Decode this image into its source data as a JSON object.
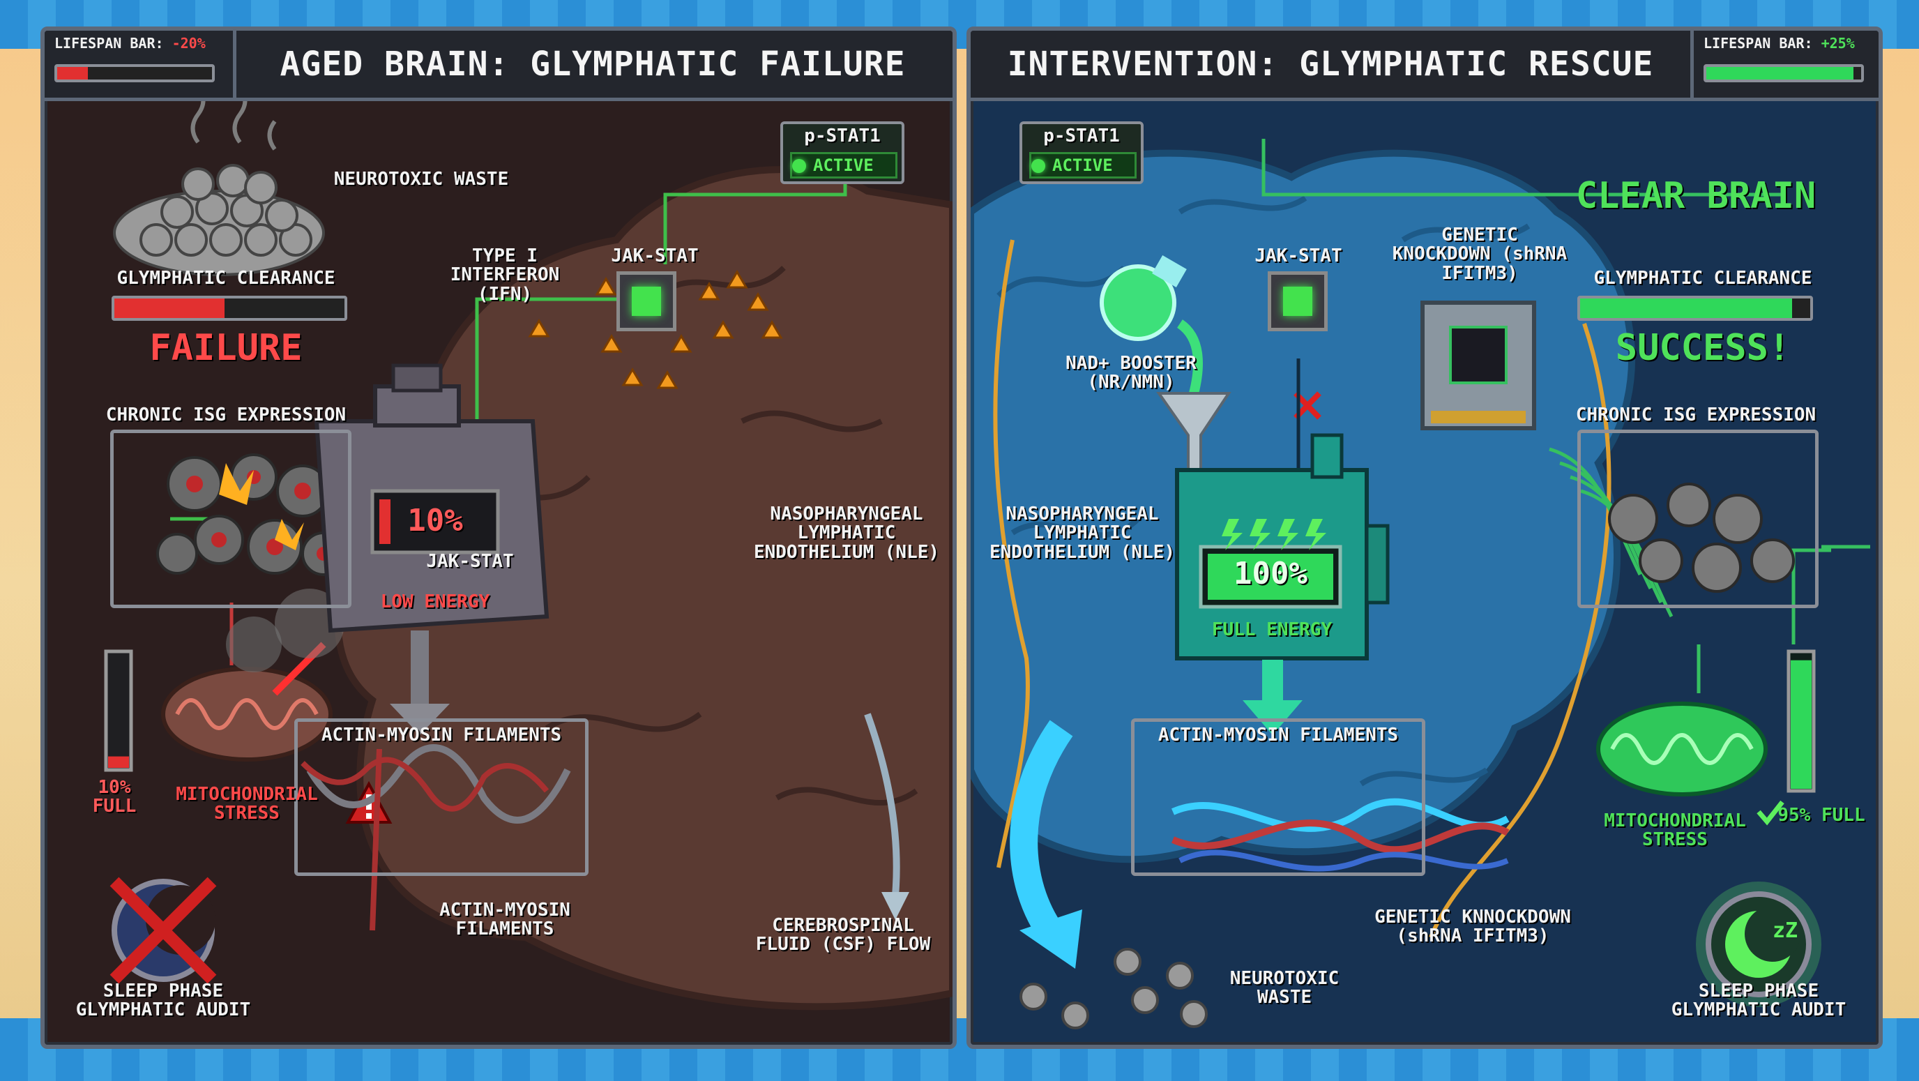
{
  "left": {
    "lifespan_label": "LIFESPAN BAR:",
    "lifespan_value": "-20%",
    "lifespan_fraction": 0.2,
    "title": "AGED BRAIN: GLYMPHATIC FAILURE",
    "pstat_label": "p-STAT1",
    "pstat_status": "ACTIVE",
    "neurotoxic_waste": "NEUROTOXIC WASTE",
    "glymphatic_clearance": "GLYMPHATIC CLEARANCE",
    "clearance_fraction": 0.48,
    "clearance_result": "FAILURE",
    "type1_ifn": "TYPE I INTERFERON (IFN)",
    "jakstat_top": "JAK-STAT",
    "jakstat_mid": "JAK-STAT",
    "chronic_isg": "CHRONIC ISG EXPRESSION",
    "battery_value": "10%",
    "battery_fraction": 0.1,
    "battery_label": "LOW ENERGY",
    "nle": "NASOPHARYNGEAL LYMPHATIC ENDOTHELIUM (NLE)",
    "actin_box_title": "ACTIN-MYOSIN FILAMENTS",
    "actin_caption": "ACTIN-MYOSIN FILAMENTS",
    "csf": "CEREBROSPINAL FLUID (CSF) FLOW",
    "tank_value": "10% FULL",
    "tank_fraction": 0.1,
    "mito": "MITOCHONDRIAL STRESS",
    "sleep": "SLEEP PHASE GLYMPHATIC AUDIT"
  },
  "right": {
    "title": "INTERVENTION: GLYMPHATIC RESCUE",
    "lifespan_label": "LIFESPAN BAR:",
    "lifespan_value": "+25%",
    "lifespan_fraction": 0.95,
    "pstat_label": "p-STAT1",
    "pstat_status": "ACTIVE",
    "clear_brain": "CLEAR BRAIN",
    "jakstat": "JAK-STAT",
    "genetic_top": "GENETIC KNOCKDOWN (shRNA IFITM3)",
    "nad": "NAD+ BOOSTER (NR/NMN)",
    "glymphatic_clearance": "GLYMPHATIC CLEARANCE",
    "clearance_fraction": 0.92,
    "clearance_result": "SUCCESS!",
    "chronic_isg": "CHRONIC ISG EXPRESSION",
    "nle": "NASOPHARYNGEAL LYMPHATIC ENDOTHELIUM (NLE)",
    "battery_value": "100%",
    "battery_fraction": 1.0,
    "battery_label": "FULL ENERGY",
    "actin_box_title": "ACTIN-MYOSIN FILAMENTS",
    "genetic_bottom": "GENETIC KNNOCKDOWN (shRNA IFITM3)",
    "mito": "MITOCHONDRIAL STRESS",
    "tank_value": "95% FULL",
    "tank_fraction": 0.95,
    "neurotoxic_waste": "NEUROTOXIC WASTE",
    "sleep": "SLEEP PHASE GLYMPHATIC AUDIT"
  },
  "colors": {
    "fail": "#ff4a4a",
    "success": "#4fe25a",
    "brain_aged": "#5a3a32",
    "brain_healthy": "#2a72a8"
  }
}
